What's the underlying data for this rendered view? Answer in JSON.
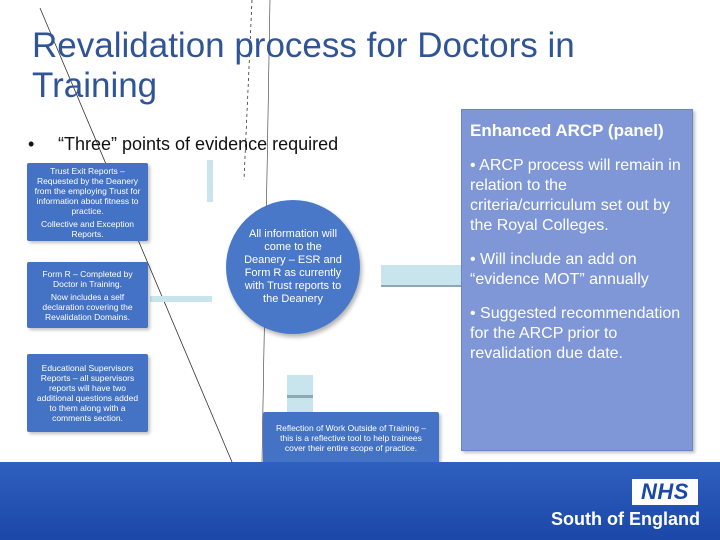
{
  "slide": {
    "title": "Revalidation process for Doctors in Training",
    "bullet_marker": "•",
    "bullet_text": "“Three” points of evidence required"
  },
  "boxes": {
    "trust_exit": {
      "line1": "Trust Exit Reports – Requested by the Deanery from the employing Trust for information about fitness to practice.",
      "line2": "Collective and Exception Reports."
    },
    "form_r": {
      "line1": "Form R – Completed by Doctor in Training.",
      "line2": "Now includes a self declaration covering the Revalidation Domains."
    },
    "ed_supervisors": {
      "line1": "Educational Supervisors Reports – all supervisors reports will have two additional questions added to them along with a comments section."
    },
    "reflection": {
      "line1": "Reflection of Work Outside of Training – this is a reflective tool to help trainees cover their entire scope of practice."
    }
  },
  "hub": {
    "text": "All information will come to the Deanery – ESR and Form R as currently with Trust reports to the Deanery"
  },
  "panel": {
    "title": "Enhanced ARCP (panel)",
    "items": [
      "• ARCP process will remain in relation to the criteria/curriculum set out by the Royal Colleges.",
      "• Will include an add on “evidence MOT” annually",
      "• Suggested recommendation for the ARCP prior to revalidation due date."
    ]
  },
  "footer": {
    "logo": "NHS",
    "region": "South of England"
  },
  "colors": {
    "title": "#2f5597",
    "box": "#4472c4",
    "panel": "#7f97d6",
    "footer": "#1b47a8"
  }
}
